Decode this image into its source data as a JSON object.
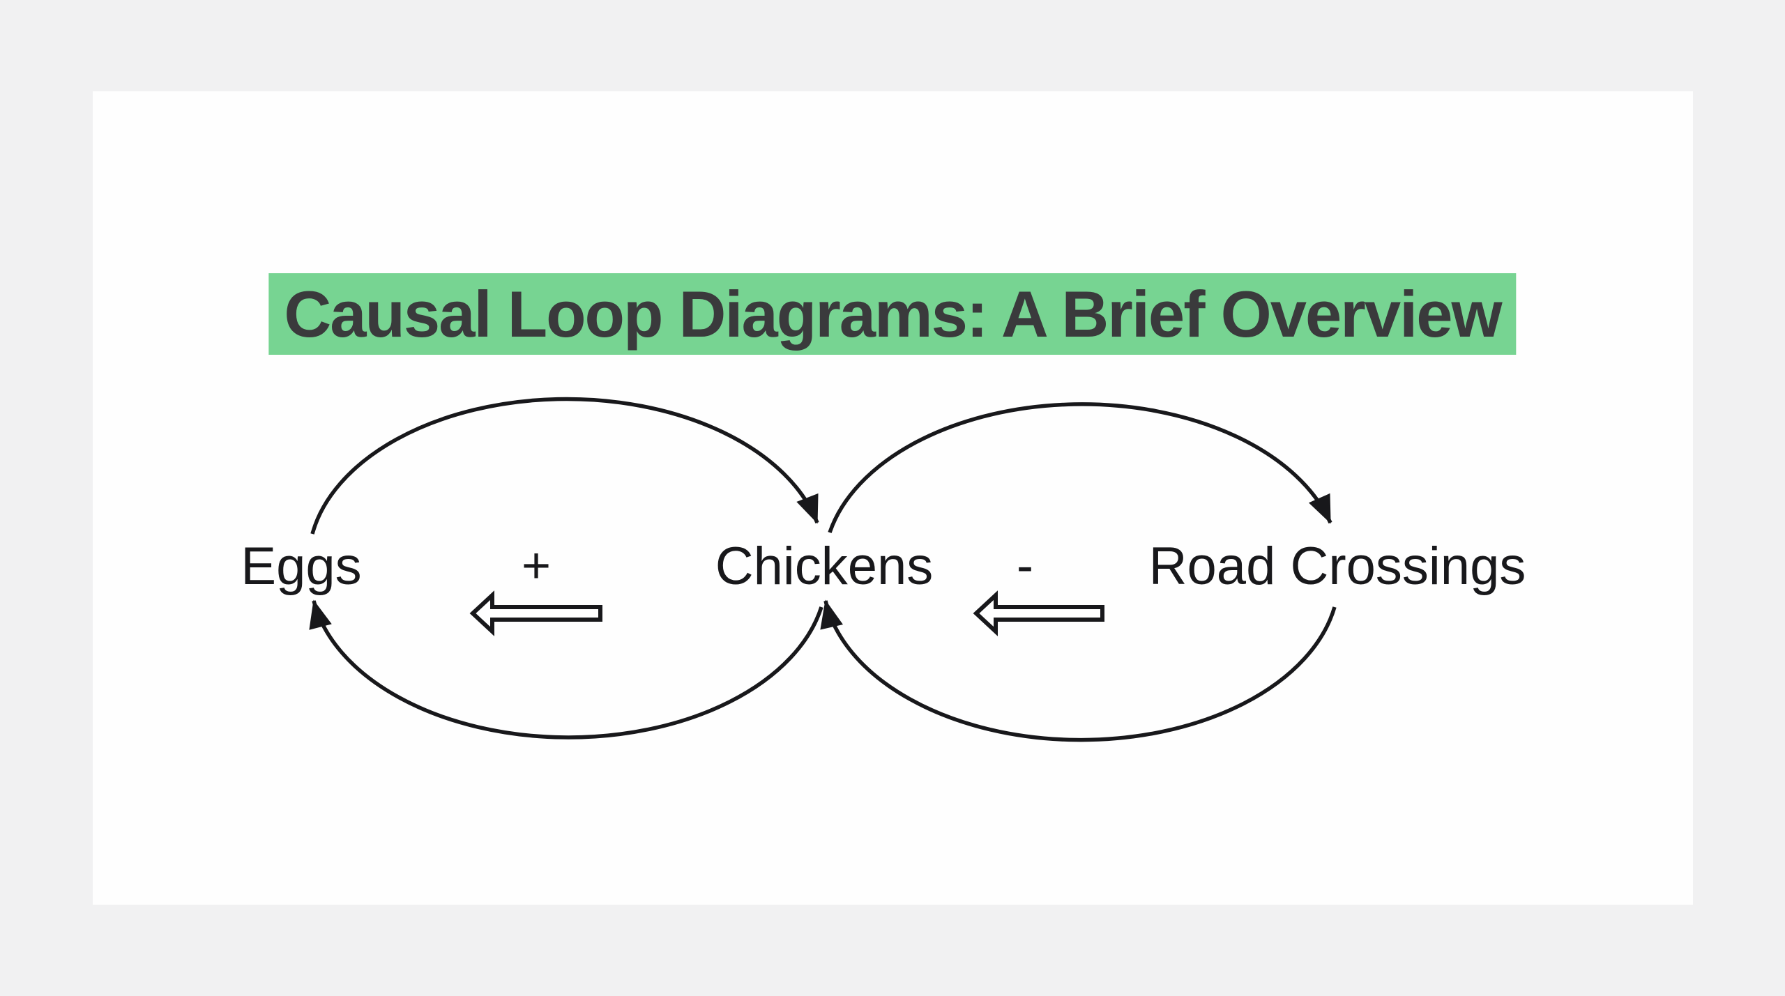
{
  "slide": {
    "title": "Causal Loop Diagrams: A Brief Overview"
  },
  "colors": {
    "page_background": "#f1f1f2",
    "slide_background": "#fefefe",
    "title_highlight": "#77d492",
    "title_text": "#3a3a3c",
    "ink": "#18181b",
    "block_arrow_fill": "#ffffff"
  },
  "diagram": {
    "type": "causal-loop",
    "nodes": [
      {
        "id": "eggs",
        "label": "Eggs"
      },
      {
        "id": "chickens",
        "label": "Chickens"
      },
      {
        "id": "road_crossings",
        "label": "Road Crossings"
      }
    ],
    "links": [
      {
        "from": "eggs",
        "to": "chickens",
        "path": "top-arc"
      },
      {
        "from": "chickens",
        "to": "eggs",
        "path": "bottom-arc",
        "polarity": "+"
      },
      {
        "from": "chickens",
        "to": "road_crossings",
        "path": "top-arc"
      },
      {
        "from": "road_crossings",
        "to": "chickens",
        "path": "bottom-arc",
        "polarity": "-"
      }
    ]
  }
}
